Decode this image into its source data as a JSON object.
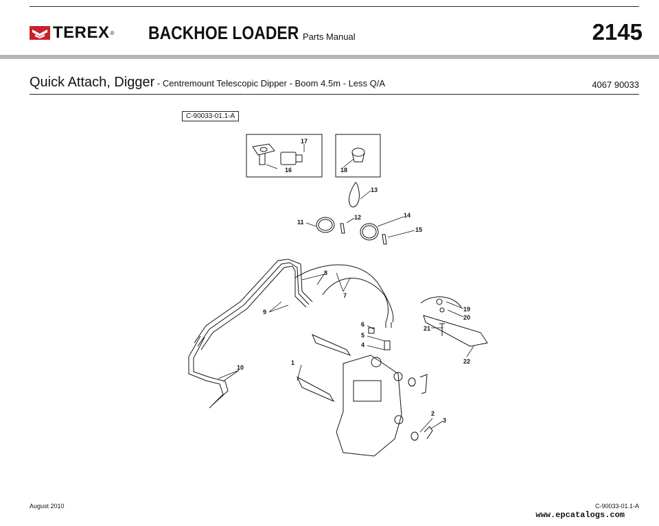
{
  "header": {
    "brand": "TEREX",
    "title": "BACKHOE LOADER",
    "subtitle": "Parts Manual",
    "model": "2145"
  },
  "section": {
    "title": "Quick Attach, Digger",
    "description": " - Centremount Telescopic Dipper - Boom 4.5m - Less Q/A",
    "code": "4067 90033"
  },
  "diagram": {
    "ref": "C-90033-01.1-A",
    "callouts": [
      "1",
      "2",
      "3",
      "4",
      "5",
      "6",
      "7",
      "8",
      "9",
      "10",
      "11",
      "12",
      "13",
      "14",
      "15",
      "16",
      "17",
      "18",
      "19",
      "20",
      "21",
      "22"
    ]
  },
  "footer": {
    "date": "August 2010",
    "code": "C-90033-01.1-A",
    "watermark": "www.epcatalogs.com"
  },
  "colors": {
    "brand_red": "#c8202f",
    "rule_gray": "#b5b5b5"
  }
}
